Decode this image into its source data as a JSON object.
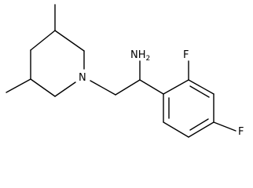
{
  "molecule": {
    "atoms": [
      {
        "id": "n1",
        "symbol": "N"
      },
      {
        "id": "nh2",
        "symbol": "NH2"
      },
      {
        "id": "f_ortho",
        "symbol": "F"
      },
      {
        "id": "f_para",
        "symbol": "F"
      }
    ],
    "bonds": {
      "piperidine_ring": "single",
      "ring_methyls": "single",
      "ethyl_linker": "single",
      "c_nh2": "single",
      "benzene_ring": "aromatic",
      "aryl_fluorines": "single"
    }
  },
  "colors": {
    "bond": "#000000",
    "label": "#000000",
    "background": "#ffffff"
  }
}
